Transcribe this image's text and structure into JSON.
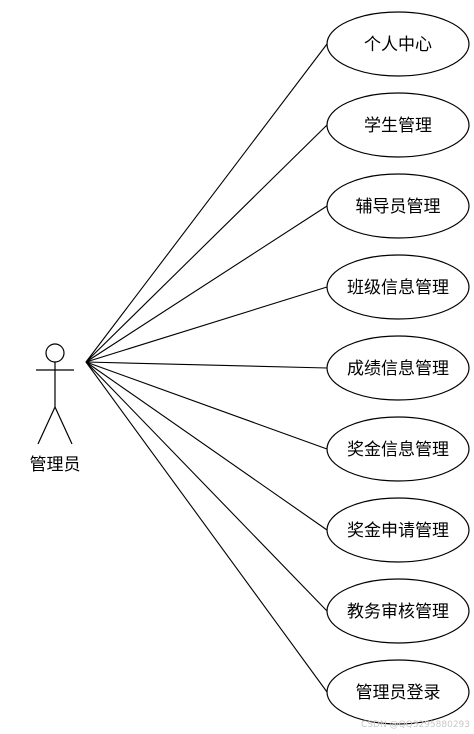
{
  "actor": {
    "label": "管理员"
  },
  "use_cases": [
    {
      "label": "个人中心"
    },
    {
      "label": "学生管理"
    },
    {
      "label": "辅导员管理"
    },
    {
      "label": "班级信息管理"
    },
    {
      "label": "成绩信息管理"
    },
    {
      "label": "奖金信息管理"
    },
    {
      "label": "奖金申请管理"
    },
    {
      "label": "教务审核管理"
    },
    {
      "label": "管理员登录"
    }
  ],
  "watermark": "CSDN @QQ3295880293"
}
